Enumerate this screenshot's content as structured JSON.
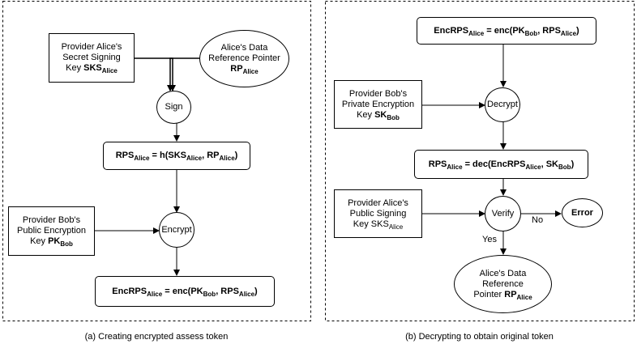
{
  "left_panel": {
    "caption": "(a) Creating encrypted assess token",
    "alice_sks": {
      "line1": "Provider Alice's",
      "line2": "Secret Signing",
      "line3_prefix": "Key ",
      "line3_bold": "SKS",
      "line3_sub": "Alice"
    },
    "alice_rp": {
      "line1": "Alice's Data",
      "line2": "Reference Pointer",
      "line3_bold": "RP",
      "line3_sub": "Alice"
    },
    "sign": {
      "label": "Sign"
    },
    "rps_eq": {
      "a": "RPS",
      "a_sub": "Alice",
      "b": " = h(SKS",
      "b_sub": "Alice",
      "c": ", RP",
      "c_sub": "Alice",
      "d": ")"
    },
    "bob_pk": {
      "line1": "Provider Bob's",
      "line2": "Public Encryption",
      "line3_prefix": "Key ",
      "line3_bold": "PK",
      "line3_sub": "Bob"
    },
    "encrypt": {
      "label": "Encrypt"
    },
    "enc_eq": {
      "a": "EncRPS",
      "a_sub": "Alice",
      "b": " = enc(PK",
      "b_sub": "Bob",
      "c": ", RPS",
      "c_sub": "Alice",
      "d": ")"
    }
  },
  "right_panel": {
    "caption": "(b) Decrypting to obtain original token",
    "enc_eq": {
      "a": "EncRPS",
      "a_sub": "Alice",
      "b": " = enc(PK",
      "b_sub": "Bob",
      "c": ", RPS",
      "c_sub": "Alice",
      "d": ")"
    },
    "bob_sk": {
      "line1": "Provider Bob's",
      "line2": "Private Encryption",
      "line3_prefix": "Key ",
      "line3_bold": "SK",
      "line3_sub": "Bob"
    },
    "decrypt": {
      "label": "Decrypt"
    },
    "rps_dec": {
      "a": "RPS",
      "a_sub": "Alice",
      "b": " = dec(EncRPS",
      "b_sub": "Alice",
      "c": ", SK",
      "c_sub": "Bob",
      "d": ")"
    },
    "alice_pub": {
      "line1": "Provider Alice's",
      "line2": "Public Signing",
      "line3_prefix": "Key SKS",
      "line3_sub": "Alice"
    },
    "verify": {
      "label": "Verify"
    },
    "no_label": "No",
    "yes_label": "Yes",
    "error": {
      "label": "Error"
    },
    "alice_rp": {
      "line1": "Alice's Data",
      "line2": "Reference",
      "line3_prefix": "Pointer ",
      "line3_bold": "RP",
      "line3_sub": "Alice"
    }
  }
}
